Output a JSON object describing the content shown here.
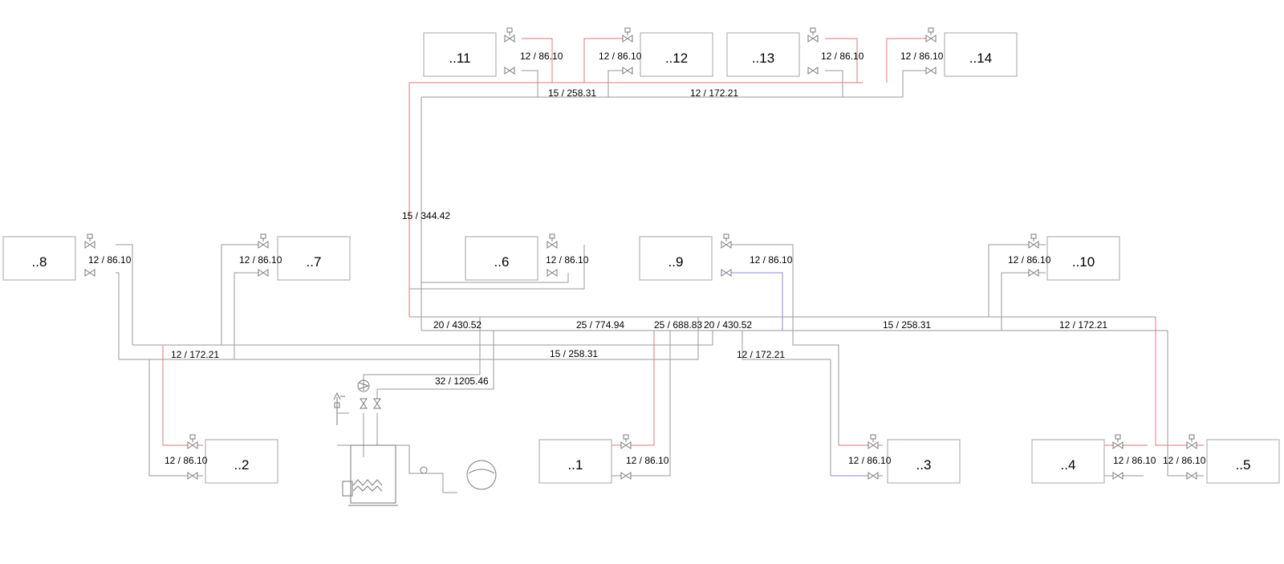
{
  "colors": {
    "supply": "#e07a7a",
    "return": "#8a8ad8",
    "pipe": "#9a9a9a",
    "box": "#a6a6a6"
  },
  "radiators": {
    "r1": "..1",
    "r2": "..2",
    "r3": "..3",
    "r4": "..4",
    "r5": "..5",
    "r6": "..6",
    "r7": "..7",
    "r8": "..8",
    "r9": "..9",
    "r10": "..10",
    "r11": "..11",
    "r12": "..12",
    "r13": "..13",
    "r14": "..14"
  },
  "branch_labels": {
    "r11": "12 / 86.10",
    "r12": "12 / 86.10",
    "r13": "12 / 86.10",
    "r14": "12 / 86.10",
    "r8": "12 / 86.10",
    "r7": "12 / 86.10",
    "r6": "12 / 86.10",
    "r9": "12 / 86.10",
    "r10": "12 / 86.10",
    "r2": "12 / 86.10",
    "r1": "12 / 86.10",
    "r3": "12 / 86.10",
    "r4": "12 / 86.10",
    "r5": "12 / 86.10"
  },
  "pipe_labels": {
    "top_left": "15 / 258.31",
    "top_right": "12 / 172.21",
    "riser": "15 / 344.42",
    "main_a": "20 / 430.52",
    "main_b": "25 / 774.94",
    "main_c": "25 / 688.83",
    "main_d": "20 / 430.52",
    "main_e": "15 / 258.31",
    "main_f": "12 / 172.21",
    "left_branch": "12 / 172.21",
    "lower_mid": "15 / 258.31",
    "right_branch": "12 / 172.21",
    "boiler_main": "32 / 1205.46"
  },
  "icons": {
    "valve": "valve-icon",
    "thermostatic_valve": "thermostatic-valve-icon",
    "pump": "pump-icon",
    "boiler": "boiler-icon",
    "expansion_tank": "expansion-tank-icon",
    "safety_valve": "safety-valve-icon",
    "pressure_gauge": "pressure-gauge-icon"
  }
}
